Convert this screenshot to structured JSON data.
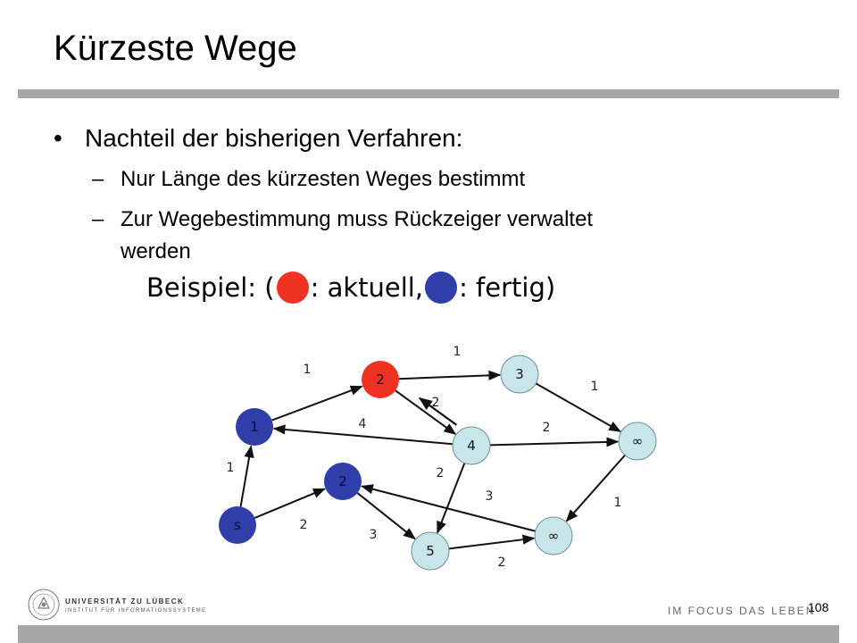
{
  "slide": {
    "title": "Kürzeste Wege",
    "bullet": "Nachteil der bisherigen Verfahren:",
    "sub1": "Nur Länge des kürzesten Weges bestimmt",
    "sub2_line1": "Zur Wegebestimmung muss Rückzeiger verwaltet",
    "sub2_line2": "werden",
    "bullet_symbol": "•",
    "dash_symbol": "–",
    "page_number": "108"
  },
  "legend": {
    "prefix": "Beispiel: (",
    "aktuell_label": " : aktuell, ",
    "fertig_label": " : fertig)",
    "aktuell_color": "#f03222",
    "fertig_color": "#2f3ea8"
  },
  "colors": {
    "done": "#2f3ea8",
    "current": "#f03222",
    "open": "#c8e6ea",
    "node_stroke": "#6a8f96",
    "edge": "#111111",
    "footer": "#a6a6a6"
  },
  "graph": {
    "nodes": [
      {
        "id": "s",
        "label": "s",
        "state": "done"
      },
      {
        "id": "n1",
        "label": "1",
        "state": "done"
      },
      {
        "id": "n2a",
        "label": "2",
        "state": "current"
      },
      {
        "id": "n3",
        "label": "3",
        "state": "open"
      },
      {
        "id": "n2b",
        "label": "2",
        "state": "done"
      },
      {
        "id": "n4",
        "label": "4",
        "state": "open"
      },
      {
        "id": "inf1",
        "label": "∞",
        "state": "open"
      },
      {
        "id": "n5",
        "label": "5",
        "state": "open"
      },
      {
        "id": "inf2",
        "label": "∞",
        "state": "open"
      }
    ],
    "edges": [
      {
        "from": "s",
        "to": "n1",
        "weight": "1"
      },
      {
        "from": "s",
        "to": "n2b",
        "weight": "2"
      },
      {
        "from": "n1",
        "to": "n2a",
        "weight": "1"
      },
      {
        "from": "n4",
        "to": "n1",
        "weight": "4"
      },
      {
        "from": "n2a",
        "to": "n3",
        "weight": "1"
      },
      {
        "from": "n2a",
        "to": "n4",
        "weight": "2"
      },
      {
        "from": "n3",
        "to": "inf1",
        "weight": "1"
      },
      {
        "from": "n4",
        "to": "inf1",
        "weight": "2"
      },
      {
        "from": "n4",
        "to": "n5",
        "weight": "2"
      },
      {
        "from": "n2b",
        "to": "n5",
        "weight": "3"
      },
      {
        "from": "inf2",
        "to": "n2b",
        "weight": "3"
      },
      {
        "from": "inf1",
        "to": "inf2",
        "weight": "1"
      },
      {
        "from": "n5",
        "to": "inf2",
        "weight": "2"
      }
    ],
    "back_pointer": {
      "from": "n4",
      "to": "n2a"
    }
  },
  "footer": {
    "slogan": "IM FOCUS DAS LEBEN",
    "university": "UNIVERSITÄT ZU LÜBECK",
    "institute": "INSTITUT FÜR INFORMATIONSSYSTEME"
  }
}
